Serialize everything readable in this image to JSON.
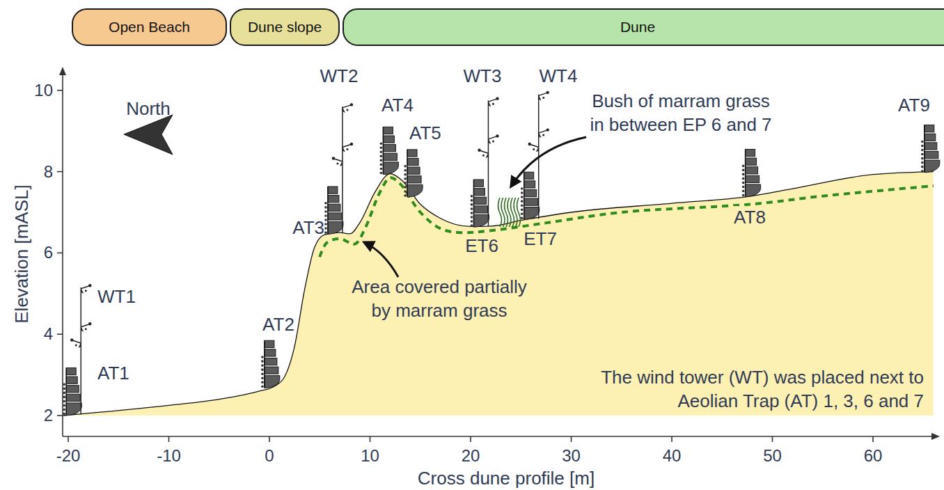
{
  "diagram": {
    "nodes": [
      {
        "text": [
          "Open Beach"
        ]
      },
      {
        "text": [
          "Dune slope"
        ]
      },
      {
        "text": [
          "Dune"
        ]
      }
    ],
    "labels": [
      "North",
      "WT1",
      "AT1",
      "AT2",
      "WT2",
      "AT3",
      "AT4",
      "AT5",
      "WT3",
      "WT4",
      "ET6",
      "ET7",
      "AT8",
      "AT9",
      "Bush of marram grass in between EP 6 and 7",
      "Area covered partially by marram grass",
      "The wind tower (WT) was placed next to Aeolian Trap (AT) 1, 3, 6 and 7",
      "Elevation [mASL]",
      "10",
      "8",
      "6",
      "4",
      "2",
      "-20",
      "-10",
      "0",
      "10",
      "20",
      "30",
      "40",
      "50",
      "60",
      "Cross dune profile [m]"
    ]
  }
}
